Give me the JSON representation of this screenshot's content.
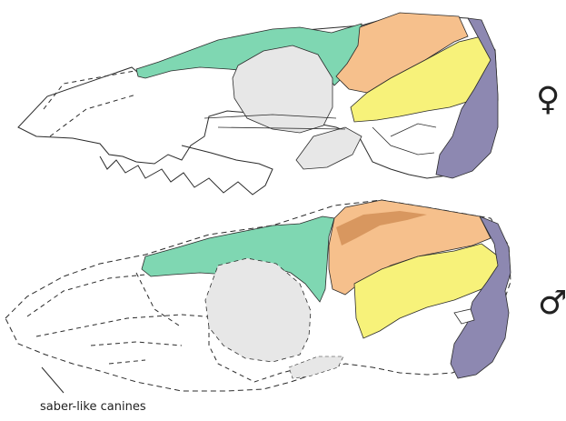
{
  "figure": {
    "labels": {
      "canines": "saber-like canines",
      "female_symbol": "♀",
      "male_symbol": "♂"
    },
    "colors": {
      "green_bone": "#7fd7b2",
      "orange_bone": "#f6c08c",
      "yellow_bone": "#f7f27a",
      "purple_bone": "#8d88b1",
      "grey_region": "#e7e7e7",
      "outline": "#2b2b2b"
    },
    "skulls": [
      {
        "sex": "female",
        "outline_style": "solid"
      },
      {
        "sex": "male",
        "outline_style": "dashed"
      }
    ]
  }
}
